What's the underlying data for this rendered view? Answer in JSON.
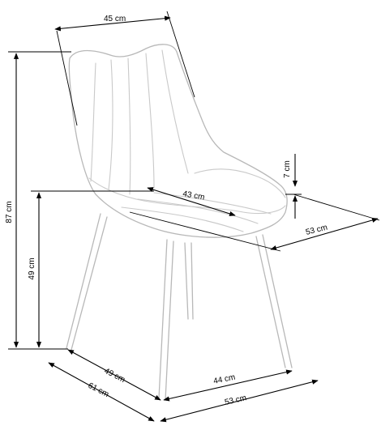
{
  "dimensions": {
    "top_width": "45 cm",
    "total_height": "87 cm",
    "seat_height": "49 cm",
    "armrest_height": "7 cm",
    "seat_depth": "43 cm",
    "seat_width": "53 cm",
    "leg_depth_inner": "49 cm",
    "leg_depth_outer": "61 cm",
    "leg_width_inner": "44 cm",
    "leg_width_outer": "53 cm"
  }
}
